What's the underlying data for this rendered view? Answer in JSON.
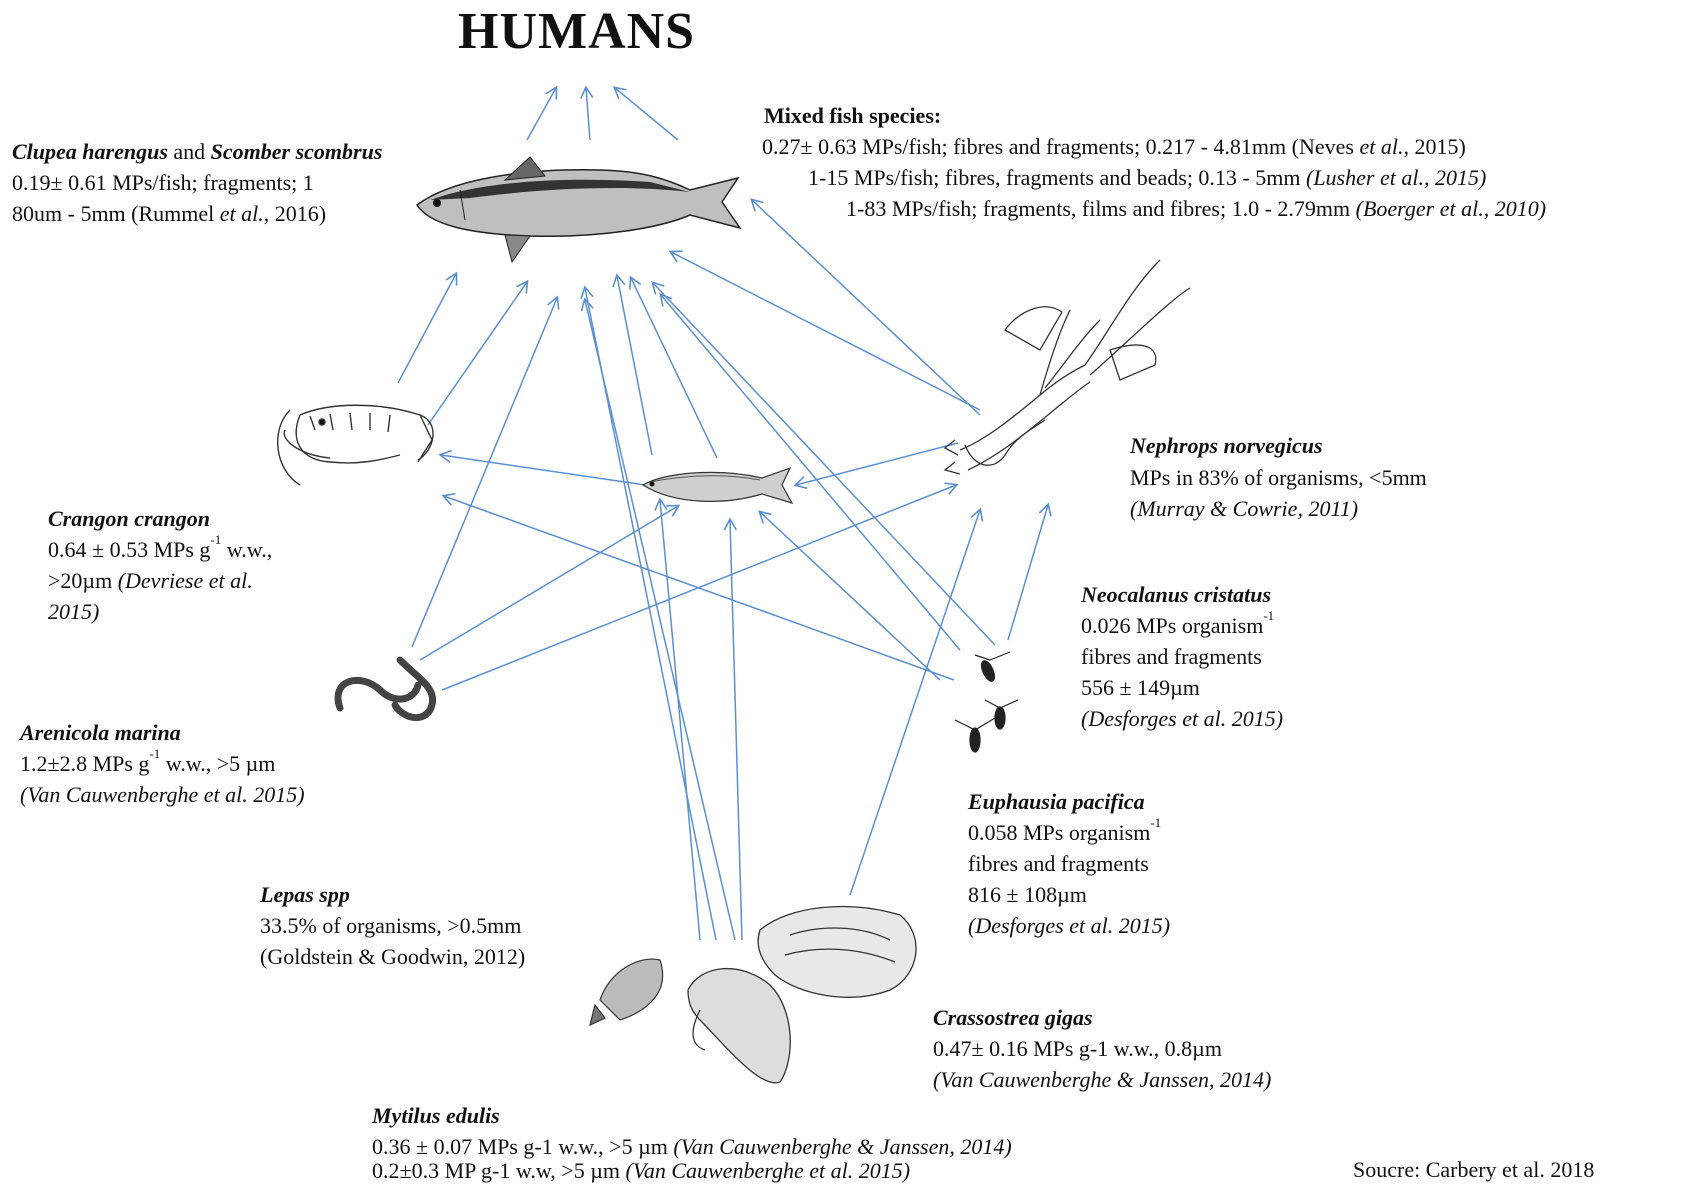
{
  "title": "HUMANS",
  "source": "Soucre:  Carbery et al.  2018",
  "mixed_fish": {
    "name": "Mixed fish species:",
    "line1_a": "0.27± 0.63 MPs/fish; fibres and fragments; 0.217  - 4.81mm (Neves ",
    "line1_it": "et al.",
    "line1_b": ", 2015)",
    "line2_a": "1-15  MPs/fish;  fibres,  fragments and beads; 0.13  - 5mm ",
    "line2_it": "(Lusher et al., 2015)",
    "line3_a": "1-83  MPs/fish;  fragments,  films  and  fibres;  1.0  - 2.79mm ",
    "line3_it": "(Boerger et al., 2010)"
  },
  "clupea": {
    "name_a": "Clupea harengus",
    "name_and": " and ",
    "name_b": "Scomber scombrus",
    "line1": "0.19± 0.61  MPs/fish;  fragments;  1",
    "line2_a": "80um  - 5mm (Rummel ",
    "line2_it": "et al.",
    "line2_b": ", 2016)"
  },
  "nephrops": {
    "name": "Nephrops norvegicus",
    "line1": "MPs in 83% of organisms, <5mm",
    "line2": "(Murray & Cowrie, 2011)"
  },
  "crangon": {
    "name": "Crangon crangon",
    "line1_a": "0.64 ± 0.53 MPs g",
    "line1_sup": "-1",
    "line1_b": " w.w.,",
    "line2_a": ">20µm  ",
    "line2_it": "(Devriese et al.",
    "line3": "2015)"
  },
  "neocalanus": {
    "name": "Neocalanus cristatus",
    "line1_a": "0.026  MPs organism",
    "line1_sup": "-1",
    "line2": "fibres and fragments",
    "line3": "556 ± 149µm",
    "line4": "(Desforges et al. 2015)"
  },
  "arenicola": {
    "name": "Arenicola marina",
    "line1_a": "1.2±2.8 MPs g",
    "line1_sup": "-1",
    "line1_b": " w.w., >5 µm",
    "line2": "(Van Cauwenberghe et al. 2015)"
  },
  "euphausia": {
    "name": "Euphausia pacifica",
    "line1_a": "0.058  MPs organism",
    "line1_sup": "-1",
    "line2": "fibres and fragments",
    "line3": "816 ± 108µm",
    "line4": "(Desforges et al. 2015)"
  },
  "lepas": {
    "name": "Lepas spp",
    "line1": "33.5% of organisms, >0.5mm",
    "line2": "(Goldstein  & Goodwin,  2012)"
  },
  "crassostrea": {
    "name": "Crassostrea gigas",
    "line1": "0.47± 0.16  MPs g-1 w.w., 0.8µm",
    "line2": "(Van Cauwenberghe & Janssen, 2014)"
  },
  "mytilus": {
    "name": "Mytilus edulis",
    "line1_a": "0.36 ± 0.07 MPs g-1 w.w., >5 µm  ",
    "line1_it": "(Van Cauwenberghe & Janssen, 2014)",
    "line2_a": "0.2±0.3 MP g-1 w.w, >5 µm  ",
    "line2_it": "(Van Cauwenberghe et al. 2015)"
  },
  "colors": {
    "arrow": "#5b8fd0",
    "text": "#111111"
  }
}
